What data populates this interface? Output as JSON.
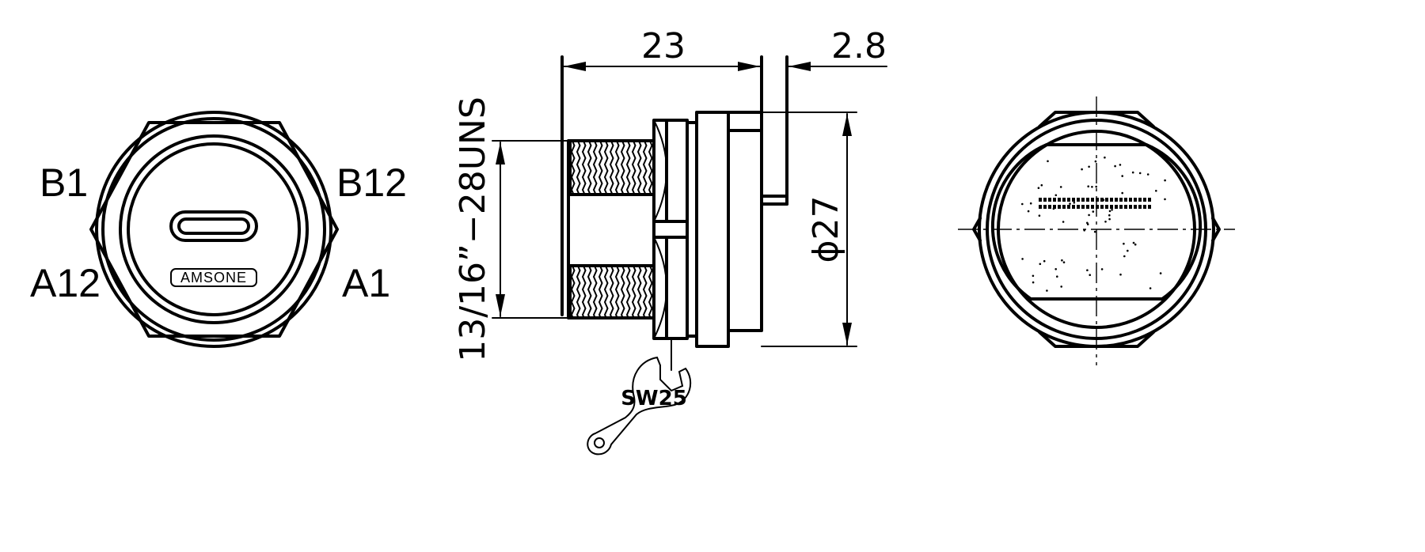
{
  "front_view": {
    "pin_labels": {
      "top_left": "B1",
      "top_right": "B12",
      "bottom_left": "A12",
      "bottom_right": "A1"
    },
    "logo": "AMSONE"
  },
  "side_view": {
    "dimensions": {
      "length": "23",
      "flange": "2.8",
      "thread": "13/16”−28UNS",
      "diameter": "ϕ27"
    },
    "wrench_size": "SW25"
  }
}
